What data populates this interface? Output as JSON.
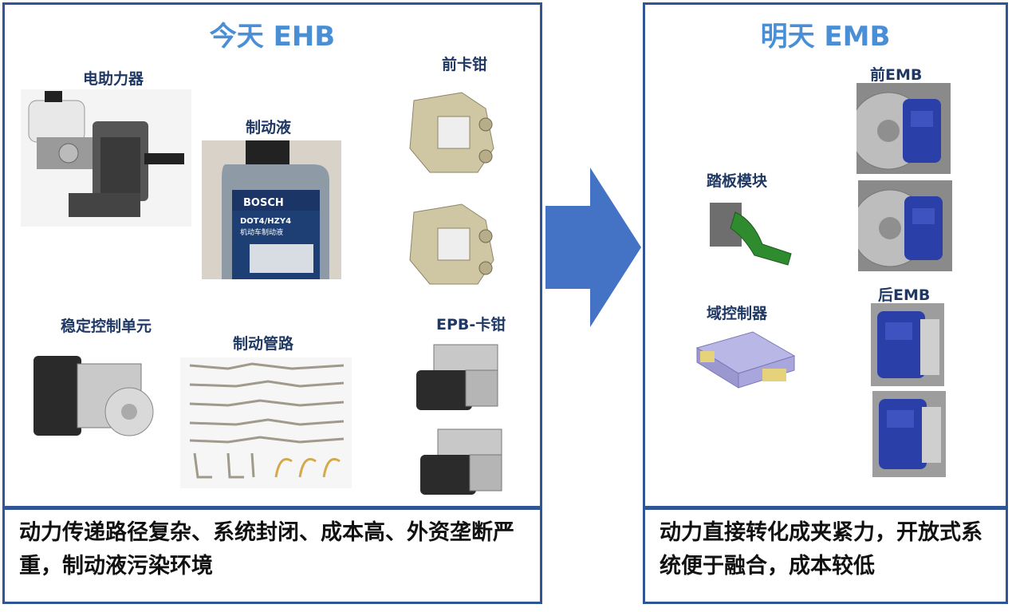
{
  "left": {
    "title": "今天 EHB",
    "items": {
      "booster": "电助力器",
      "fluid": "制动液",
      "front_caliper": "前卡钳",
      "esc": "稳定控制单元",
      "brake_lines": "制动管路",
      "epb_caliper": "EPB-卡钳"
    },
    "fluid_label": {
      "brand": "BOSCH",
      "grade": "DOT4/HZY4",
      "desc": "机动车制动液"
    },
    "summary": "动力传递路径复杂、系统封闭、成本高、外资垄断严重，制动液污染环境"
  },
  "right": {
    "title": "明天 EMB",
    "items": {
      "pedal": "踏板模块",
      "front_emb": "前EMB",
      "domain_ctrl": "域控制器",
      "rear_emb": "后EMB"
    },
    "summary": "动力直接转化成夹紧力，开放式系统便于融合，成本较低"
  },
  "colors": {
    "border": "#2f5597",
    "title": "#4a8fd6",
    "label": "#1f3864",
    "arrow": "#4472c4",
    "caliper_emb": "#2b3fa8"
  }
}
